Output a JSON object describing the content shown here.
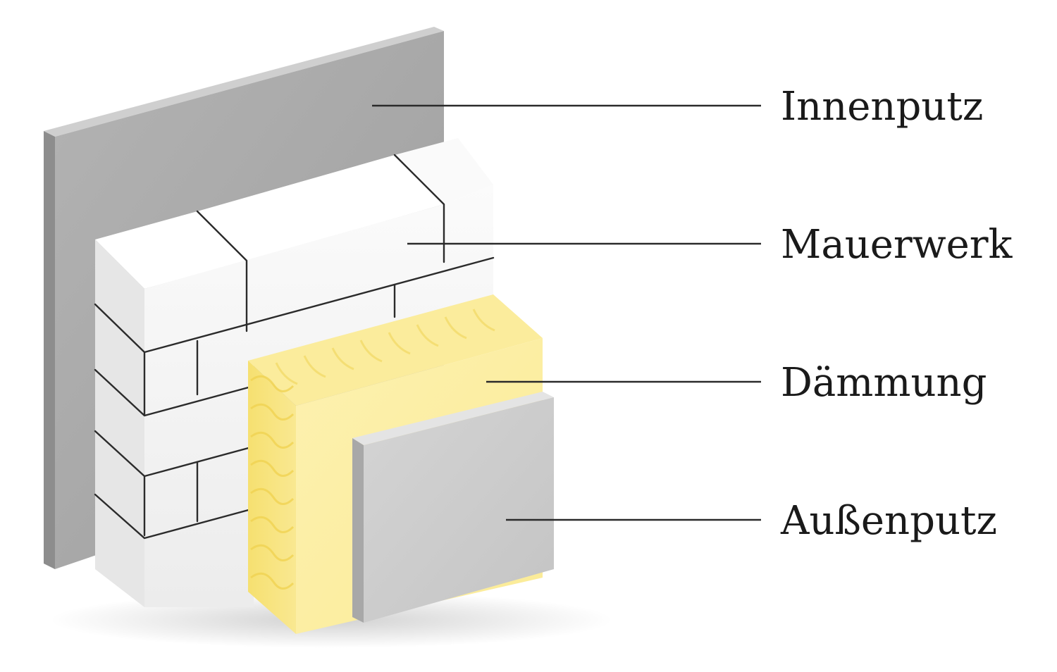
{
  "diagram": {
    "labels": {
      "innenputz": "Innenputz",
      "mauerwerk": "Mauerwerk",
      "daemmung": "Dämmung",
      "aussenputz": "Außenputz"
    },
    "colors": {
      "inner_plaster": "#a9a9a9",
      "masonry": "#f3f3f3",
      "insulation": "#fbeea0",
      "outer_plaster": "#c9c9c9",
      "leader_line": "#2a2a2a"
    }
  }
}
